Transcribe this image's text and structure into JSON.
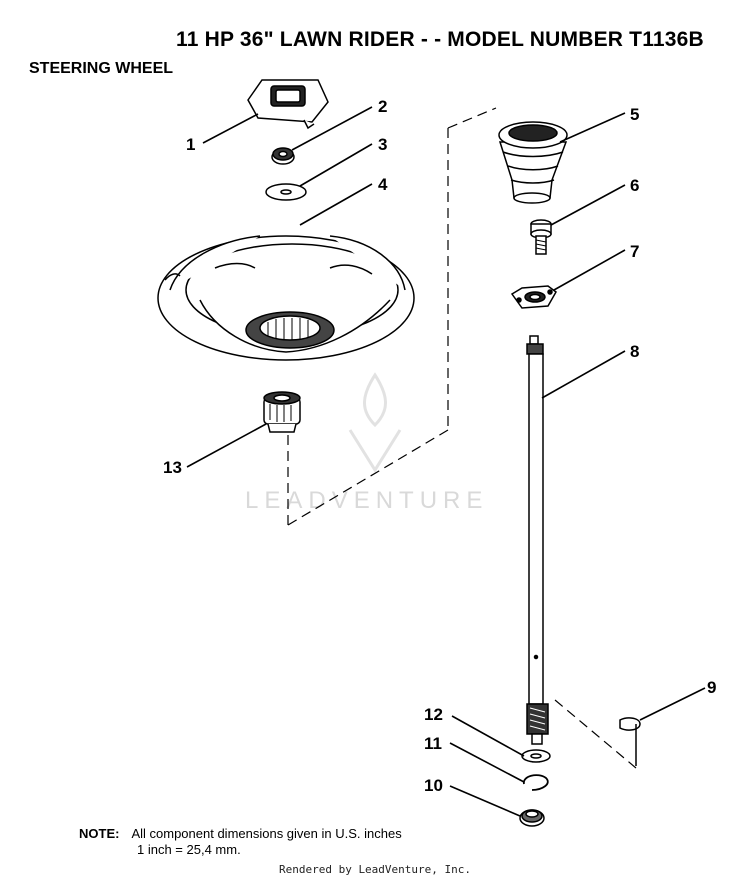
{
  "header": {
    "title": "11 HP 36\" LAWN RIDER - - MODEL NUMBER T1136B",
    "subtitle": "STEERING WHEEL"
  },
  "callouts": {
    "c1": "1",
    "c2": "2",
    "c3": "3",
    "c4": "4",
    "c5": "5",
    "c6": "6",
    "c7": "7",
    "c8": "8",
    "c9": "9",
    "c10": "10",
    "c11": "11",
    "c12": "12",
    "c13": "13"
  },
  "watermark": {
    "text": "LEADVENTURE"
  },
  "note": {
    "label": "NOTE:",
    "line1": "All component dimensions given in U.S. inches",
    "line2": "1 inch = 25,4 mm."
  },
  "footer": {
    "text": "Rendered by LeadVenture, Inc."
  }
}
